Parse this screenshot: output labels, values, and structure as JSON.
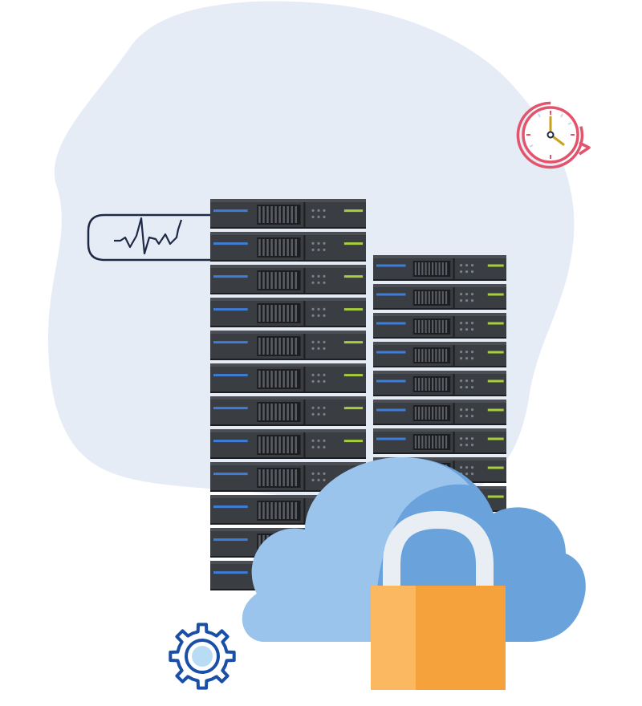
{
  "illustration": {
    "subject": "secure-cloud-server-hosting",
    "elements": [
      "background-blob",
      "tall-server-rack",
      "short-server-rack",
      "heartbeat-monitor",
      "clock-refresh-icon",
      "cloud",
      "padlock-icon",
      "gear-icon"
    ]
  },
  "colors": {
    "blob": "#e6ecf6",
    "rack_body": "#3a3d42",
    "rack_body_light": "#4b4f55",
    "rack_dark": "#1c1e21",
    "led_blue": "#3f7ed8",
    "led_green": "#a7cf3b",
    "cloud_light": "#9ac4ec",
    "cloud_dark": "#6aa3dc",
    "lock_body": "#f5a23c",
    "lock_body_light": "#fcb860",
    "lock_shackle": "#e9eef5",
    "gear_stroke": "#1a4fa8",
    "gear_inner": "#b9dcf5",
    "clock_red": "#e4536c",
    "clock_hands": "#c8a21c",
    "monitor_line": "#1e2a45"
  },
  "racks": {
    "tall_units": 12,
    "short_units": 9
  }
}
